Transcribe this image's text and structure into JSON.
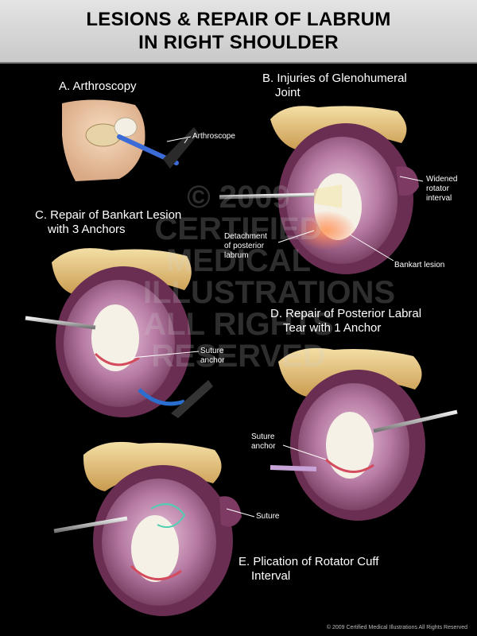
{
  "title": {
    "line1": "LESIONS & REPAIR OF LABRUM",
    "line2": "IN RIGHT SHOULDER"
  },
  "panels": {
    "a": {
      "heading": "A. Arthroscopy",
      "arthroscope_label": "Arthroscope"
    },
    "b": {
      "heading_line1": "B. Injuries of Glenohumeral",
      "heading_line2": "Joint",
      "widened_line1": "Widened",
      "widened_line2": "rotator",
      "widened_line3": "interval",
      "detachment_line1": "Detachment",
      "detachment_line2": "of posterior",
      "detachment_line3": "labrum",
      "bankart_label": "Bankart lesion"
    },
    "c": {
      "heading_line1": "C. Repair of Bankart Lesion",
      "heading_line2": "with 3 Anchors",
      "suture_anchor_line1": "Suture",
      "suture_anchor_line2": "anchor"
    },
    "d": {
      "heading_line1": "D. Repair of Posterior Labral",
      "heading_line2": "Tear with 1 Anchor",
      "suture_anchor_line1": "Suture",
      "suture_anchor_line2": "anchor"
    },
    "e": {
      "heading_line1": "E. Plication of Rotator Cuff",
      "heading_line2": "Interval",
      "suture_label": "Suture"
    }
  },
  "watermark": {
    "line1": "© 2009",
    "line2": "CERTIFIED",
    "line3": "MEDICAL",
    "line4": "ILLUSTRATIONS",
    "line5": "ALL RIGHTS",
    "line6": "RESERVED"
  },
  "copyright": "© 2009 Certified Medical Illustrations All Rights Reserved"
}
